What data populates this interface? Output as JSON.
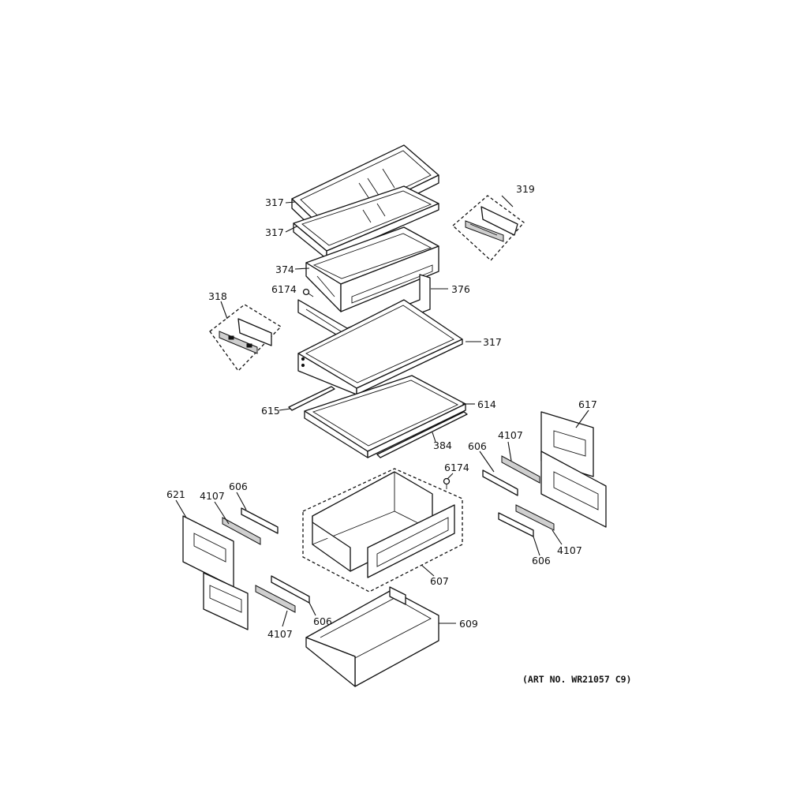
{
  "diagram": {
    "art_number": "(ART NO. WR21057 C9)",
    "callouts": {
      "c317_top": "317",
      "c317_second": "317",
      "c319": "319",
      "c374": "374",
      "c6174_upper": "6174",
      "c376": "376",
      "c318": "318",
      "c317_third": "317",
      "c615": "615",
      "c614": "614",
      "c384": "384",
      "c617": "617",
      "c4107_right_upper": "4107",
      "c606_right_upper": "606",
      "c6174_lower": "6174",
      "c621": "621",
      "c4107_left_upper": "4107",
      "c606_left_upper": "606",
      "c4107_right_lower": "4107",
      "c606_right_lower": "606",
      "c607": "607",
      "c606_left_lower": "606",
      "c4107_left_lower": "4107",
      "c609": "609"
    }
  }
}
